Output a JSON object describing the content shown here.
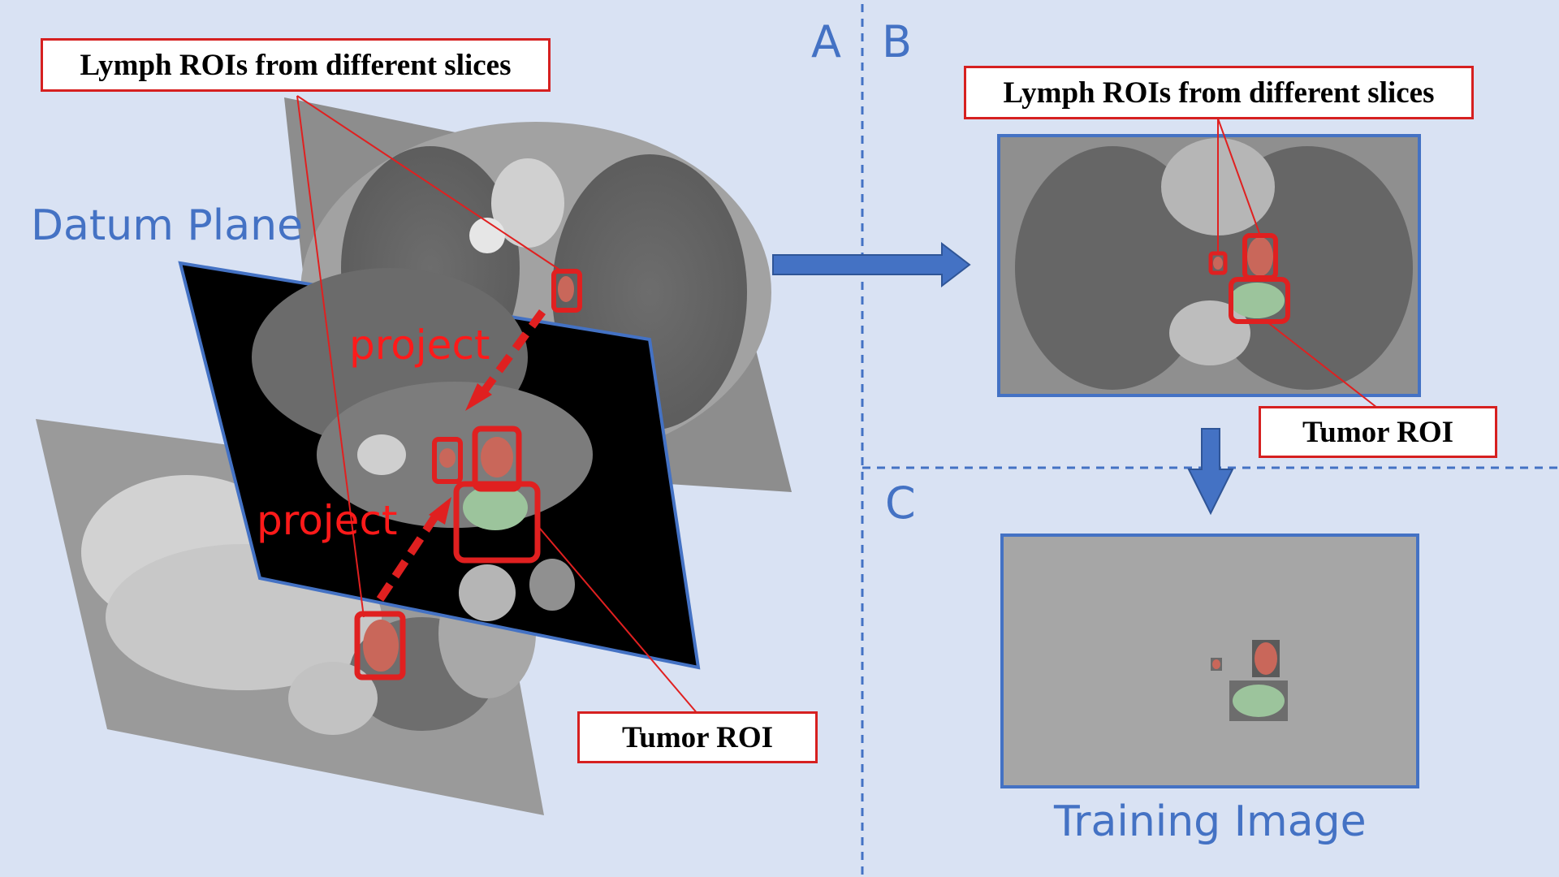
{
  "panels": {
    "a": "A",
    "b": "B",
    "c": "C"
  },
  "labels": {
    "datum_plane": "Datum Plane",
    "training_image": "Training Image",
    "project_top": "project",
    "project_bottom": "project"
  },
  "callouts": {
    "lymph_a": "Lymph ROIs from different slices",
    "lymph_b": "Lymph ROIs from different slices",
    "tumor_a": "Tumor ROI",
    "tumor_b": "Tumor ROI"
  },
  "colors": {
    "background": "#d9e2f3",
    "accent_blue": "#4472c4",
    "roi_red": "#e02020",
    "tumor_green": "#9cc49c",
    "lymph_red": "#c9675a"
  }
}
